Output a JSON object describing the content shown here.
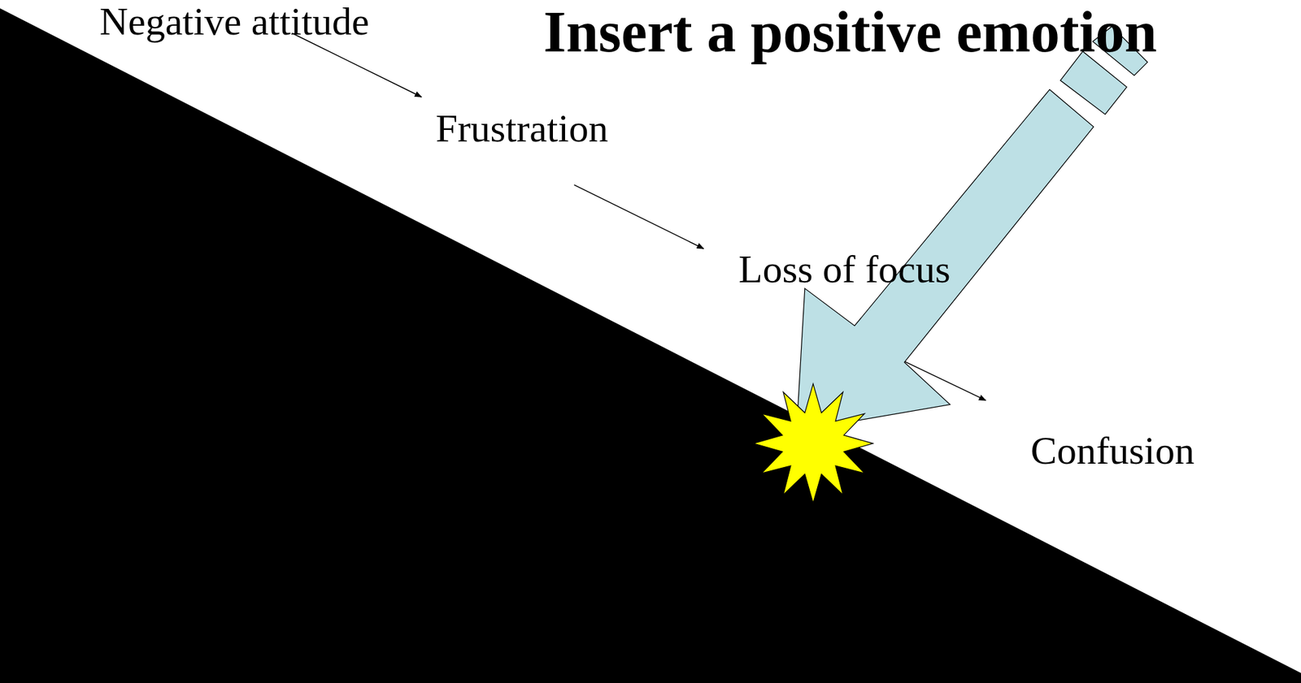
{
  "diagram": {
    "title": "Insert a positive emotion",
    "labels": [
      "Negative attitude",
      "Frustration",
      "Loss of focus",
      "Confusion"
    ]
  }
}
